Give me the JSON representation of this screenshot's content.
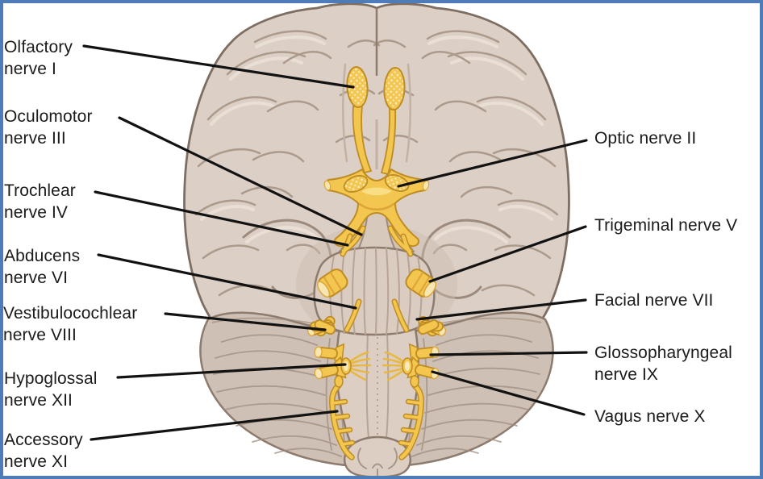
{
  "window": {
    "border_color": "#4e7cb8",
    "background": "#ffffff"
  },
  "figure": {
    "subject": "Inferior view of the brain showing the cranial nerves",
    "palette": {
      "cortex": "#dccfc6",
      "cortex_outline": "#7e6e62",
      "sulcus": "#ac9a8b",
      "cerebellum": "#cec0b5",
      "cerebellum_striation": "#9f8d7f",
      "brainstem": "#dbccc1",
      "nerve_yellow": "#f3c64f",
      "nerve_yellow_dark": "#dda437",
      "nerve_outline": "#bf8c22",
      "nerve_cut_face": "#f6e7b2",
      "leader_line": "#121212",
      "label_text": "#1b1b1b"
    }
  },
  "labels": {
    "left": [
      {
        "id": "olfactory",
        "nerve_number": "I",
        "text": "Olfactory\nnerve I"
      },
      {
        "id": "oculomotor",
        "nerve_number": "III",
        "text": "Oculomotor\nnerve III"
      },
      {
        "id": "trochlear",
        "nerve_number": "IV",
        "text": "Trochlear\nnerve IV"
      },
      {
        "id": "abducens",
        "nerve_number": "VI",
        "text": "Abducens\nnerve VI"
      },
      {
        "id": "vestibulocochlear",
        "nerve_number": "VIII",
        "text": "Vestibulocochlear\nnerve VIII"
      },
      {
        "id": "hypoglossal",
        "nerve_number": "XII",
        "text": "Hypoglossal\nnerve XII"
      },
      {
        "id": "accessory",
        "nerve_number": "XI",
        "text": "Accessory\nnerve XI"
      }
    ],
    "right": [
      {
        "id": "optic",
        "nerve_number": "II",
        "text": "Optic nerve II"
      },
      {
        "id": "trigeminal",
        "nerve_number": "V",
        "text": "Trigeminal nerve V"
      },
      {
        "id": "facial",
        "nerve_number": "VII",
        "text": "Facial nerve VII"
      },
      {
        "id": "glossopharyngeal",
        "nerve_number": "IX",
        "text": "Glossopharyngeal\nnerve IX"
      },
      {
        "id": "vagus",
        "nerve_number": "X",
        "text": "Vagus nerve X"
      }
    ]
  }
}
